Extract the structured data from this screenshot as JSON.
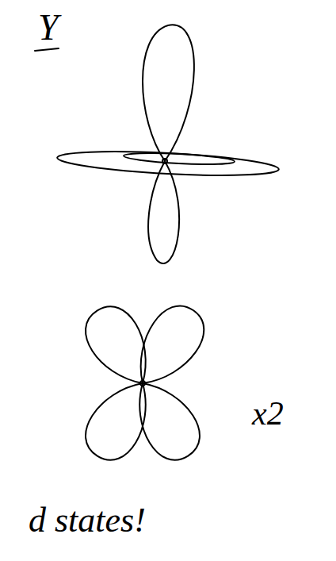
{
  "diagram": {
    "labels": [
      "Y",
      "x2",
      "d states!"
    ]
  }
}
